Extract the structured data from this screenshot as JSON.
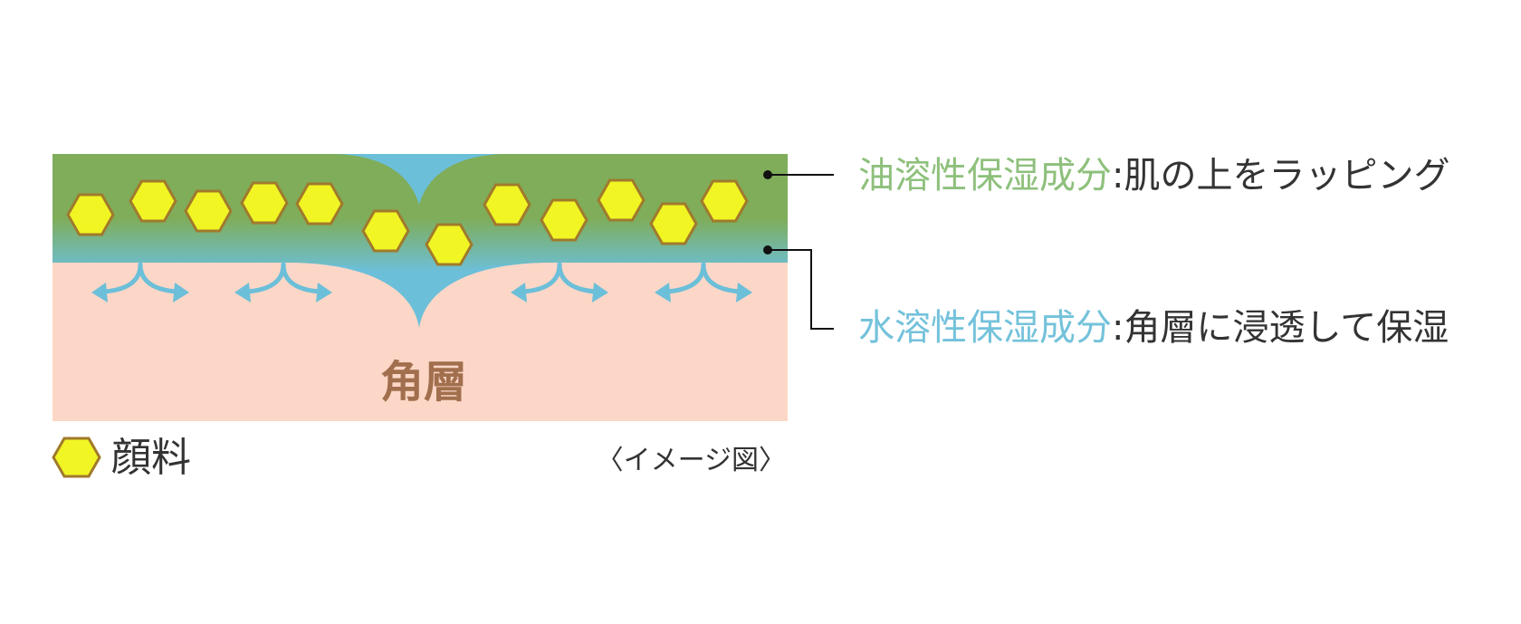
{
  "diagram": {
    "layer_label": "角層",
    "legend": {
      "icon": "hexagon-icon",
      "label": "顔料"
    },
    "caption": "〈イメージ図〉",
    "callouts": [
      {
        "key": "油溶性保湿成分",
        "separator": ":",
        "description": "肌の上をラッピング",
        "key_color": "#8ec07c"
      },
      {
        "key": "水溶性保湿成分",
        "separator": ":",
        "description": "角層に浸透して保湿",
        "key_color": "#74c2db"
      }
    ]
  },
  "colors": {
    "oil_layer": "#7fad5a",
    "water_layer": "#6cbfd9",
    "skin": "#fcd7c7",
    "pigment_fill": "#f1f523",
    "pigment_stroke": "#a07a2c",
    "arrow": "#6cbfd9",
    "text": "#333333"
  }
}
